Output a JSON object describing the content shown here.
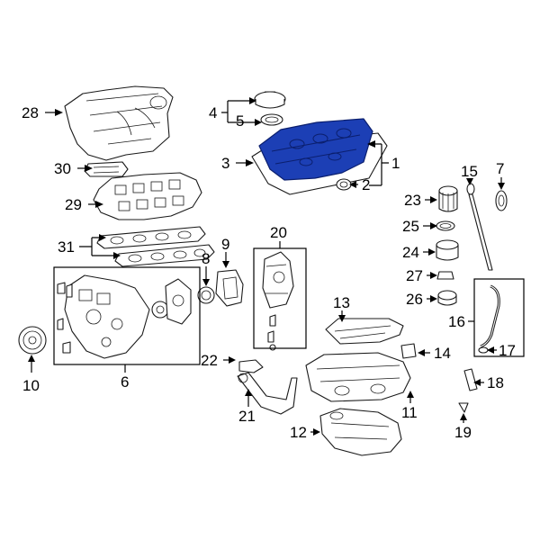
{
  "diagram": {
    "highlight_color": "#1c3fb5",
    "callouts": [
      "1",
      "2",
      "3",
      "4",
      "5",
      "6",
      "7",
      "8",
      "9",
      "10",
      "11",
      "12",
      "13",
      "14",
      "15",
      "16",
      "17",
      "18",
      "19",
      "20",
      "21",
      "22",
      "23",
      "24",
      "25",
      "26",
      "27",
      "28",
      "29",
      "30",
      "31"
    ]
  }
}
